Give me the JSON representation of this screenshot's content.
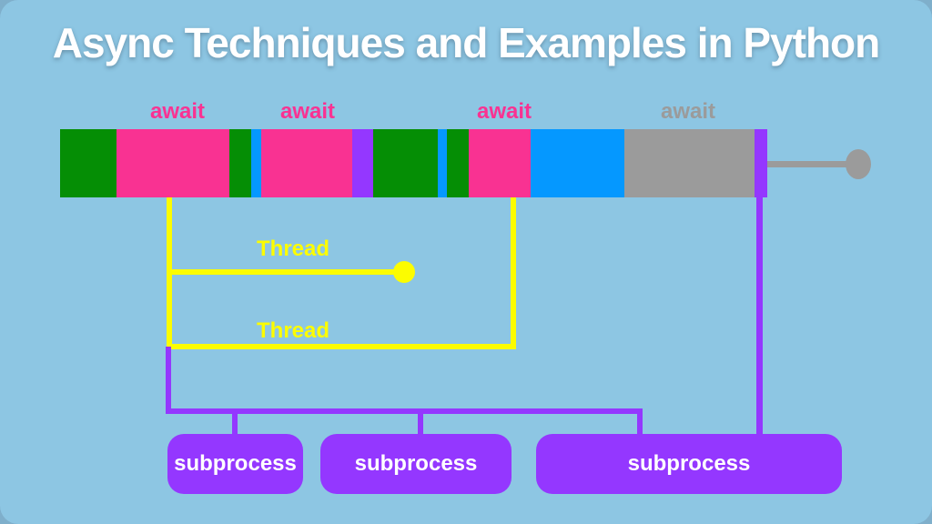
{
  "slide": {
    "title": "Async Techniques and Examples in Python"
  },
  "palette": {
    "background": "#8DC6E3",
    "page_background": "#7FAFCB",
    "green": "#058E05",
    "pink": "#F93292",
    "blue": "#0598FF",
    "purple": "#9437FF",
    "gray": "#9B9B9B",
    "yellow": "#FCFC00",
    "title_text": "#FFFFFF",
    "box_text": "#FFFFFF"
  },
  "await_labels": [
    {
      "text": "await",
      "color": "pink"
    },
    {
      "text": "await",
      "color": "pink"
    },
    {
      "text": "await",
      "color": "pink"
    },
    {
      "text": "await",
      "color": "gray"
    }
  ],
  "timeline": {
    "description": "event-loop execution bar",
    "segments": [
      {
        "color": "green",
        "width": 62
      },
      {
        "color": "pink",
        "width": 124
      },
      {
        "color": "green",
        "width": 24
      },
      {
        "color": "blue",
        "width": 11
      },
      {
        "color": "pink",
        "width": 100
      },
      {
        "color": "purple",
        "width": 23
      },
      {
        "color": "green",
        "width": 71
      },
      {
        "color": "blue",
        "width": 10
      },
      {
        "color": "green",
        "width": 24
      },
      {
        "color": "pink",
        "width": 68
      },
      {
        "color": "blue",
        "width": 103
      },
      {
        "color": "gray",
        "width": 143
      },
      {
        "color": "purple",
        "width": 14
      }
    ]
  },
  "threads": [
    {
      "label": "Thread"
    },
    {
      "label": "Thread"
    }
  ],
  "subprocesses": [
    {
      "label": "subprocess"
    },
    {
      "label": "subprocess"
    },
    {
      "label": "subprocess"
    }
  ]
}
